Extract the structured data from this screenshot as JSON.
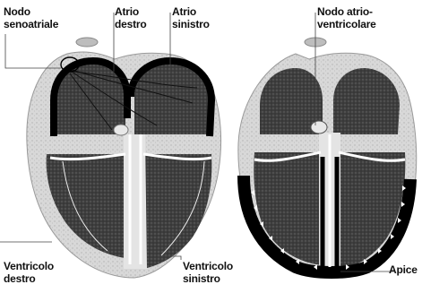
{
  "labels": {
    "sa_node": {
      "line1": "Nodo",
      "line2": "senoatriale"
    },
    "right_atrium": {
      "line1": "Atrio",
      "line2": "destro"
    },
    "left_atrium": {
      "line1": "Atrio",
      "line2": "sinistro"
    },
    "av_node": {
      "line1": "Nodo atrio-",
      "line2": "ventricolare"
    },
    "right_ventricle": {
      "line1": "Ventricolo",
      "line2": "destro"
    },
    "left_ventricle": {
      "line1": "Ventricolo",
      "line2": "sinistro"
    },
    "apex": "Apice"
  },
  "colors": {
    "chamber_fill": "#4a4a4a",
    "wall_fill": "#cfcfcf",
    "conduction": "#000000",
    "background": "#ffffff"
  }
}
